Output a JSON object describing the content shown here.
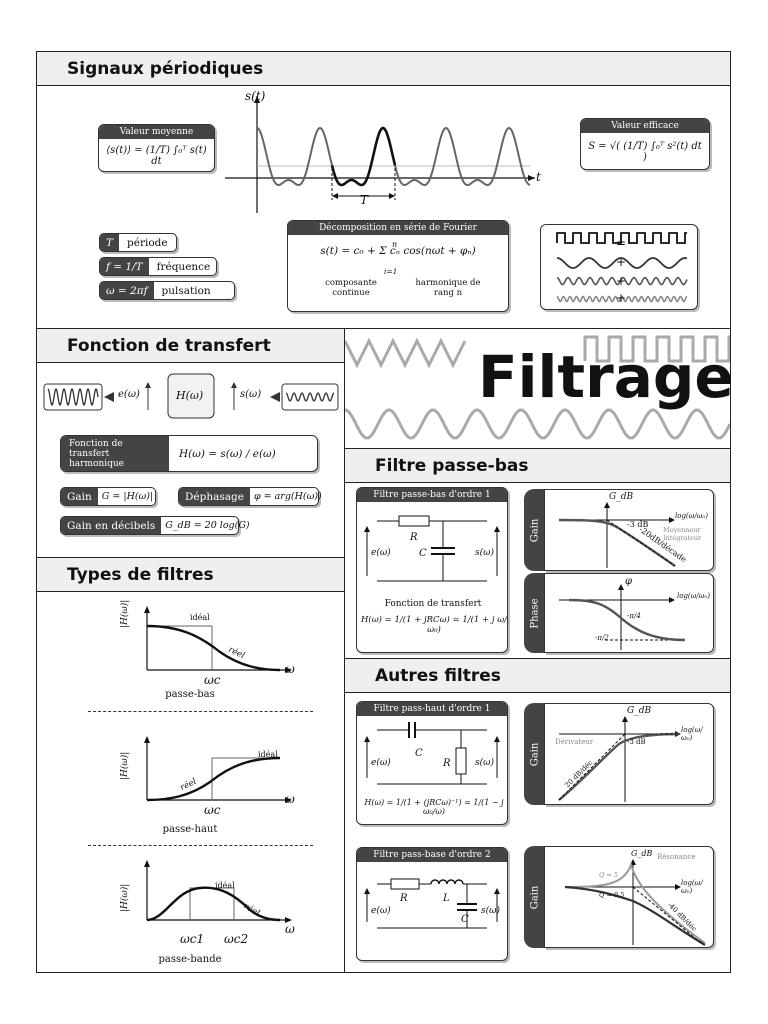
{
  "sections": {
    "signaux": "Signaux périodiques",
    "transfert": "Fonction de transfert",
    "types": "Types de filtres",
    "passe_bas": "Filtre passe-bas",
    "autres": "Autres filtres",
    "title": "Filtrage"
  },
  "signaux": {
    "axis_y": "s(t)",
    "axis_x": "t",
    "period_mark": "T",
    "valeur_moyenne": {
      "title": "Valeur moyenne",
      "formula": "⟨s(t)⟩ = (1/T) ∫₀ᵀ s(t) dt"
    },
    "valeur_efficace": {
      "title": "Valeur efficace",
      "formula": "S = √( (1/T) ∫₀ᵀ s²(t) dt )"
    },
    "periode": {
      "symbol": "T",
      "label": "période"
    },
    "frequence": {
      "symbol": "f = 1/T",
      "label": "fréquence"
    },
    "pulsation": {
      "symbol": "ω = 2πf",
      "label": "pulsation"
    },
    "fourier": {
      "title": "Décomposition en série de Fourier",
      "formula": "s(t) = c₀ + Σ cₙ cos(nωt + φₙ)",
      "sum_top": "n",
      "sum_bottom": "i=1",
      "note_left": "composante continue",
      "note_right": "harmonique de rang n"
    },
    "fourier_ops": [
      "=",
      "+",
      "+",
      "+"
    ]
  },
  "transfert": {
    "input": "e(ω)",
    "output": "s(ω)",
    "block": "H(ω)",
    "harm_label": "Fonction de transfert harmonique",
    "harm_formula": "H(ω) = s(ω) / e(ω)",
    "gain_label": "Gain",
    "gain_formula": "G = |H(ω)|",
    "phase_label": "Déphasage",
    "phase_formula": "φ = arg(H(ω))",
    "gdb_label": "Gain en décibels",
    "gdb_formula": "G_dB = 20 log(G)"
  },
  "types": {
    "ylabel": "|H(ω)|",
    "xlabel": "ω",
    "ideal": "idéal",
    "reel": "réel",
    "pb": {
      "wc": "ωc",
      "name": "passe-bas"
    },
    "ph": {
      "wc": "ωc",
      "name": "passe-haut"
    },
    "pbd": {
      "wc1": "ωc1",
      "wc2": "ωc2",
      "name": "passe-bande"
    }
  },
  "passe_bas": {
    "title": "Filtre passe-bas d'ordre 1",
    "R": "R",
    "C": "C",
    "in": "e(ω)",
    "out": "s(ω)",
    "ft_title": "Fonction de transfert",
    "ft_formula": "H(ω) = 1/(1 + jRCω) = 1/(1 + j ω/ω₀)",
    "gain_tab": "Gain",
    "phase_tab": "Phase",
    "gdb": "G_dB",
    "log_axis": "log(ω/ω₀)",
    "minus3": "-3 dB",
    "slope": "-20dB/décade",
    "note1": "Moyenneur",
    "note2": "Intégrateur",
    "phi": "φ",
    "phi_mid": "-π/4",
    "phi_low": "-π/2"
  },
  "autres": {
    "ph_title": "Filtre pass-haut d'ordre 1",
    "ph_C": "C",
    "ph_R": "R",
    "ph_in": "e(ω)",
    "ph_out": "s(ω)",
    "ph_formula": "H(ω) = 1/(1 + (jRCω)⁻¹) = 1/(1 − j ω₀/ω)",
    "ph_gain_tab": "Gain",
    "ph_gdb": "G_dB",
    "ph_log": "log(ω/ω₀)",
    "ph_deriv": "Dérivateur",
    "ph_minus3": "-3 dB",
    "ph_slope": "20 dB/déc",
    "pb2_title": "Filtre pass-base d'ordre 2",
    "pb2_R": "R",
    "pb2_L": "L",
    "pb2_C": "C",
    "pb2_in": "e(ω)",
    "pb2_out": "s(ω)",
    "pb2_gain_tab": "Gain",
    "pb2_gdb": "G_dB",
    "pb2_log": "log(ω/ω₀)",
    "pb2_res": "Résonance",
    "pb2_q5": "Q = 5",
    "pb2_q05": "Q = 0.5",
    "pb2_slope": "-40 dB/déc"
  }
}
